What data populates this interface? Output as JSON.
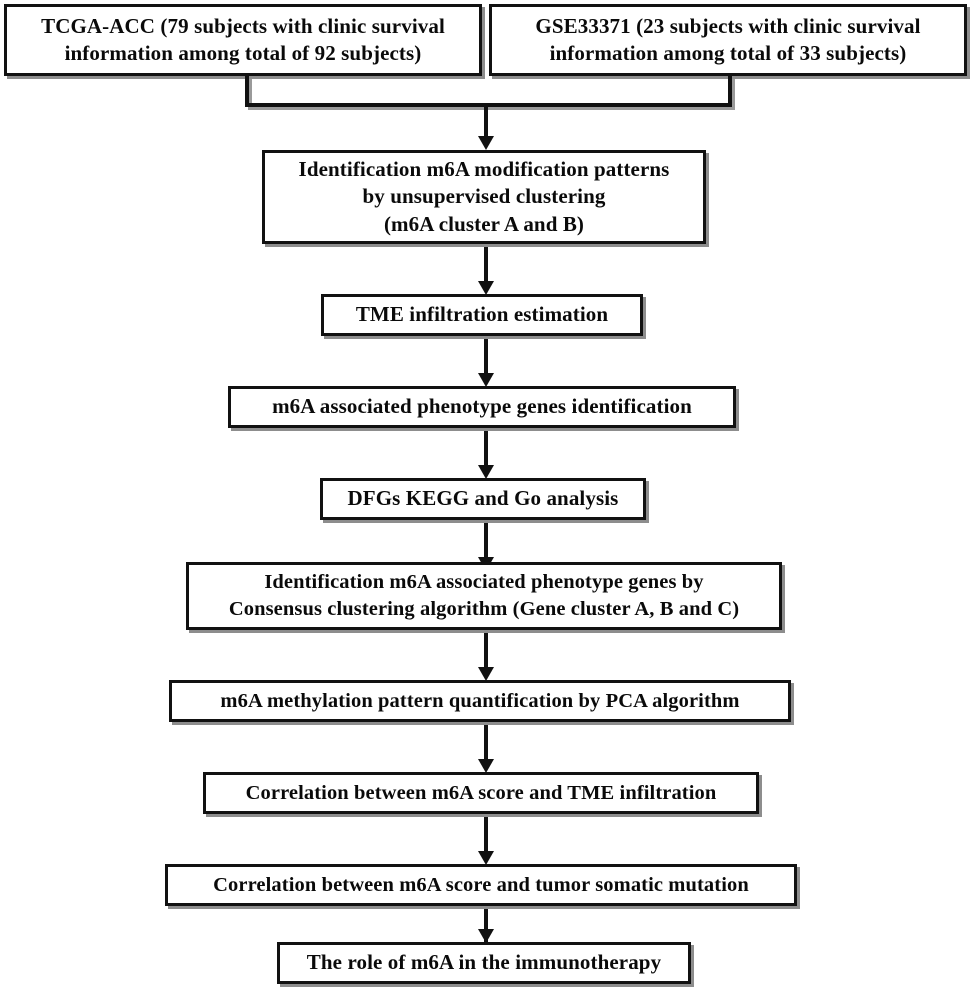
{
  "diagram": {
    "title": "m6A modification patterns study workflow",
    "background_color": "#ffffff",
    "box_border_color": "#111111",
    "box_fill_color": "#ffffff",
    "text_color": "#0a0a0a",
    "connector_color": "#111111"
  },
  "nodes": [
    {
      "id": "tcga-acc",
      "lines": [
        "TCGA-ACC (79 subjects with clinic survival",
        "information among total of 92 subjects)"
      ]
    },
    {
      "id": "gse33371",
      "lines": [
        "GSE33371 (23 subjects with clinic survival",
        "information among total of 33 subjects)"
      ]
    },
    {
      "id": "identification-patterns",
      "lines": [
        "Identification m6A modification patterns",
        "by unsupervised clustering",
        "(m6A cluster A and B)"
      ]
    },
    {
      "id": "tme-infiltration",
      "lines": [
        "TME infiltration estimation"
      ]
    },
    {
      "id": "phenotype-genes",
      "lines": [
        "m6A associated phenotype genes identification"
      ]
    },
    {
      "id": "kegg-go",
      "lines": [
        "DFGs KEGG and Go analysis"
      ]
    },
    {
      "id": "consensus-clustering",
      "lines": [
        "Identification m6A associated phenotype genes by",
        "Consensus clustering algorithm (Gene cluster A, B and C)"
      ]
    },
    {
      "id": "pca-quantification",
      "lines": [
        "m6A methylation pattern quantification by PCA algorithm"
      ]
    },
    {
      "id": "corr-tme",
      "lines": [
        "Correlation between m6A score and TME infiltration"
      ]
    },
    {
      "id": "corr-mutation",
      "lines": [
        "Correlation between m6A score and tumor somatic mutation"
      ]
    },
    {
      "id": "immunotherapy",
      "lines": [
        "The role of m6A in the immunotherapy"
      ]
    }
  ],
  "edges": [
    {
      "from": "tcga-acc",
      "to": "identification-patterns",
      "type": "merge-arrow"
    },
    {
      "from": "gse33371",
      "to": "identification-patterns",
      "type": "merge-arrow"
    },
    {
      "from": "identification-patterns",
      "to": "tme-infiltration",
      "type": "arrow"
    },
    {
      "from": "tme-infiltration",
      "to": "phenotype-genes",
      "type": "arrow"
    },
    {
      "from": "phenotype-genes",
      "to": "kegg-go",
      "type": "arrow"
    },
    {
      "from": "kegg-go",
      "to": "consensus-clustering",
      "type": "arrow"
    },
    {
      "from": "consensus-clustering",
      "to": "pca-quantification",
      "type": "arrow"
    },
    {
      "from": "pca-quantification",
      "to": "corr-tme",
      "type": "arrow"
    },
    {
      "from": "corr-tme",
      "to": "corr-mutation",
      "type": "arrow"
    },
    {
      "from": "corr-mutation",
      "to": "immunotherapy",
      "type": "arrow"
    }
  ]
}
